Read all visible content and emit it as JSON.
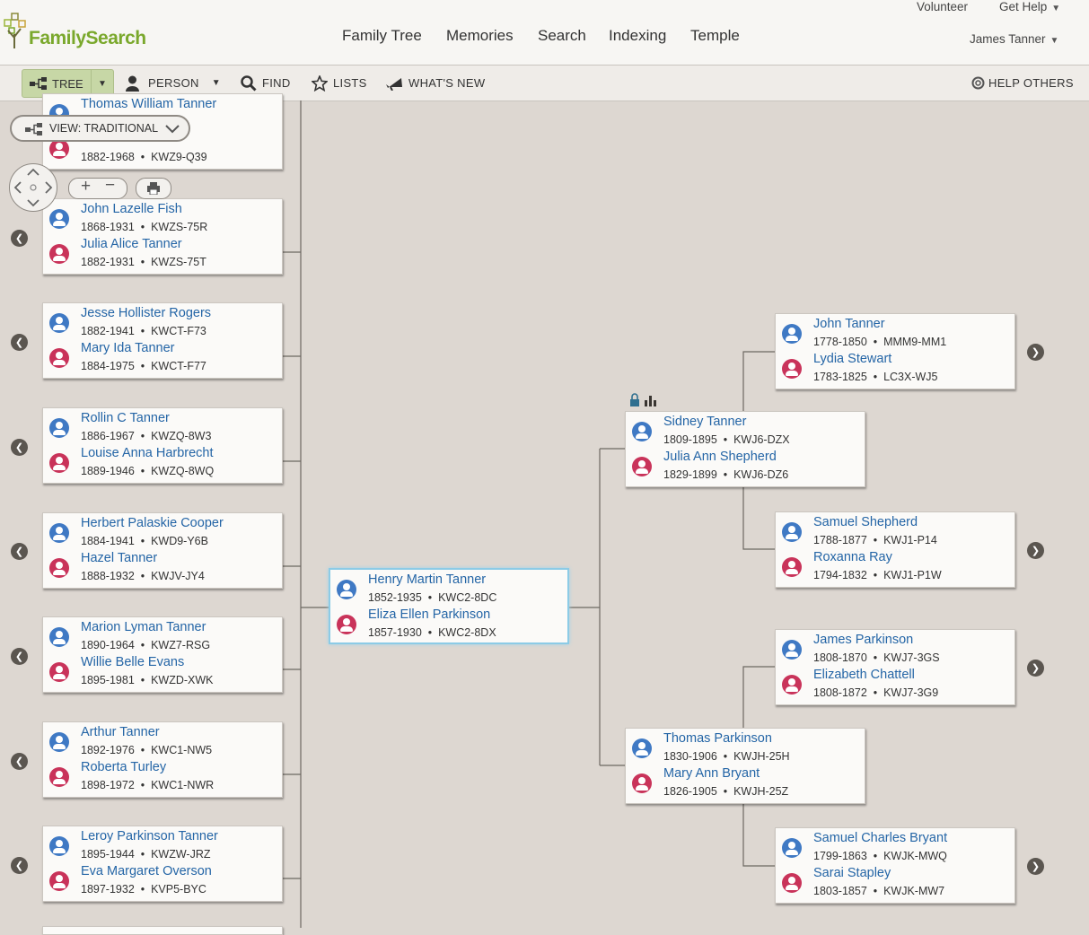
{
  "brand": {
    "name": "FamilySearch"
  },
  "nav": {
    "items": [
      "Family Tree",
      "Memories",
      "Search",
      "Indexing",
      "Temple"
    ]
  },
  "util": {
    "volunteer": "Volunteer",
    "get_help": "Get Help",
    "user": "James Tanner"
  },
  "toolbar": {
    "tree": "TREE",
    "person": "PERSON",
    "find": "FIND",
    "lists": "LISTS",
    "whats_new": "WHAT'S NEW",
    "help_others": "HELP OTHERS"
  },
  "view": {
    "label": "VIEW: TRADITIONAL"
  },
  "couples": {
    "c0": {
      "h": {
        "name": "Thomas William Tanner",
        "dates": "",
        "id": ""
      },
      "w": {
        "name": "",
        "dates": "1882-1968",
        "id": "KWZ9-Q39"
      }
    },
    "c1": {
      "h": {
        "name": "John Lazelle Fish",
        "dates": "1868-1931",
        "id": "KWZS-75R"
      },
      "w": {
        "name": "Julia Alice Tanner",
        "dates": "1882-1931",
        "id": "KWZS-75T"
      }
    },
    "c2": {
      "h": {
        "name": "Jesse Hollister Rogers",
        "dates": "1882-1941",
        "id": "KWCT-F73"
      },
      "w": {
        "name": "Mary Ida Tanner",
        "dates": "1884-1975",
        "id": "KWCT-F77"
      }
    },
    "c3": {
      "h": {
        "name": "Rollin C Tanner",
        "dates": "1886-1967",
        "id": "KWZQ-8W3"
      },
      "w": {
        "name": "Louise Anna Harbrecht",
        "dates": "1889-1946",
        "id": "KWZQ-8WQ"
      }
    },
    "c4": {
      "h": {
        "name": "Herbert Palaskie Cooper",
        "dates": "1884-1941",
        "id": "KWD9-Y6B"
      },
      "w": {
        "name": "Hazel Tanner",
        "dates": "1888-1932",
        "id": "KWJV-JY4"
      }
    },
    "c5": {
      "h": {
        "name": "Marion Lyman Tanner",
        "dates": "1890-1964",
        "id": "KWZ7-RSG"
      },
      "w": {
        "name": "Willie Belle Evans",
        "dates": "1895-1981",
        "id": "KWZD-XWK"
      }
    },
    "c6": {
      "h": {
        "name": "Arthur Tanner",
        "dates": "1892-1976",
        "id": "KWC1-NW5"
      },
      "w": {
        "name": "Roberta Turley",
        "dates": "1898-1972",
        "id": "KWC1-NWR"
      }
    },
    "c7": {
      "h": {
        "name": "Leroy Parkinson Tanner",
        "dates": "1895-1944",
        "id": "KWZW-JRZ"
      },
      "w": {
        "name": "Eva Margaret Overson",
        "dates": "1897-1932",
        "id": "KVP5-BYC"
      }
    },
    "focus": {
      "h": {
        "name": "Henry Martin Tanner",
        "dates": "1852-1935",
        "id": "KWC2-8DC"
      },
      "w": {
        "name": "Eliza Ellen Parkinson",
        "dates": "1857-1930",
        "id": "KWC2-8DX"
      }
    },
    "p1": {
      "h": {
        "name": "Sidney Tanner",
        "dates": "1809-1895",
        "id": "KWJ6-DZX"
      },
      "w": {
        "name": "Julia Ann Shepherd",
        "dates": "1829-1899",
        "id": "KWJ6-DZ6"
      }
    },
    "p2": {
      "h": {
        "name": "Thomas Parkinson",
        "dates": "1830-1906",
        "id": "KWJH-25H"
      },
      "w": {
        "name": "Mary Ann Bryant",
        "dates": "1826-1905",
        "id": "KWJH-25Z"
      }
    },
    "g1": {
      "h": {
        "name": "John Tanner",
        "dates": "1778-1850",
        "id": "MMM9-MM1"
      },
      "w": {
        "name": "Lydia Stewart",
        "dates": "1783-1825",
        "id": "LC3X-WJ5"
      }
    },
    "g2": {
      "h": {
        "name": "Samuel Shepherd",
        "dates": "1788-1877",
        "id": "KWJ1-P14"
      },
      "w": {
        "name": "Roxanna Ray",
        "dates": "1794-1832",
        "id": "KWJ1-P1W"
      }
    },
    "g3": {
      "h": {
        "name": "James Parkinson",
        "dates": "1808-1870",
        "id": "KWJ7-3GS"
      },
      "w": {
        "name": "Elizabeth Chattell",
        "dates": "1808-1872",
        "id": "KWJ7-3G9"
      }
    },
    "g4": {
      "h": {
        "name": "Samuel Charles Bryant",
        "dates": "1799-1863",
        "id": "KWJK-MWQ"
      },
      "w": {
        "name": "Sarai Stapley",
        "dates": "1803-1857",
        "id": "KWJK-MW7"
      }
    }
  },
  "colors": {
    "accent_green": "#7aa82c",
    "male": "#3f79c4",
    "female": "#c9335a",
    "link": "#2465a6"
  }
}
